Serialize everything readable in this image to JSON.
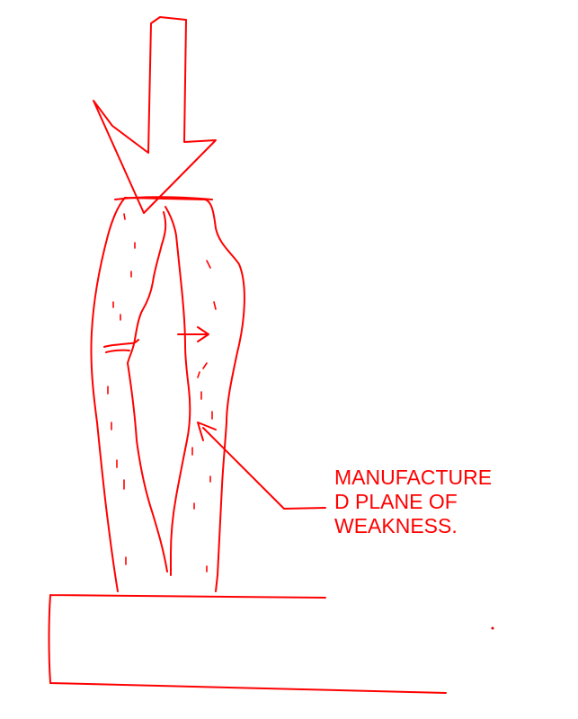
{
  "annotation": {
    "lines": [
      "MANUFACTURE",
      "D PLANE OF",
      "WEAKNESS."
    ]
  },
  "colors": {
    "ink": "#ff0000",
    "background": "#ffffff"
  }
}
